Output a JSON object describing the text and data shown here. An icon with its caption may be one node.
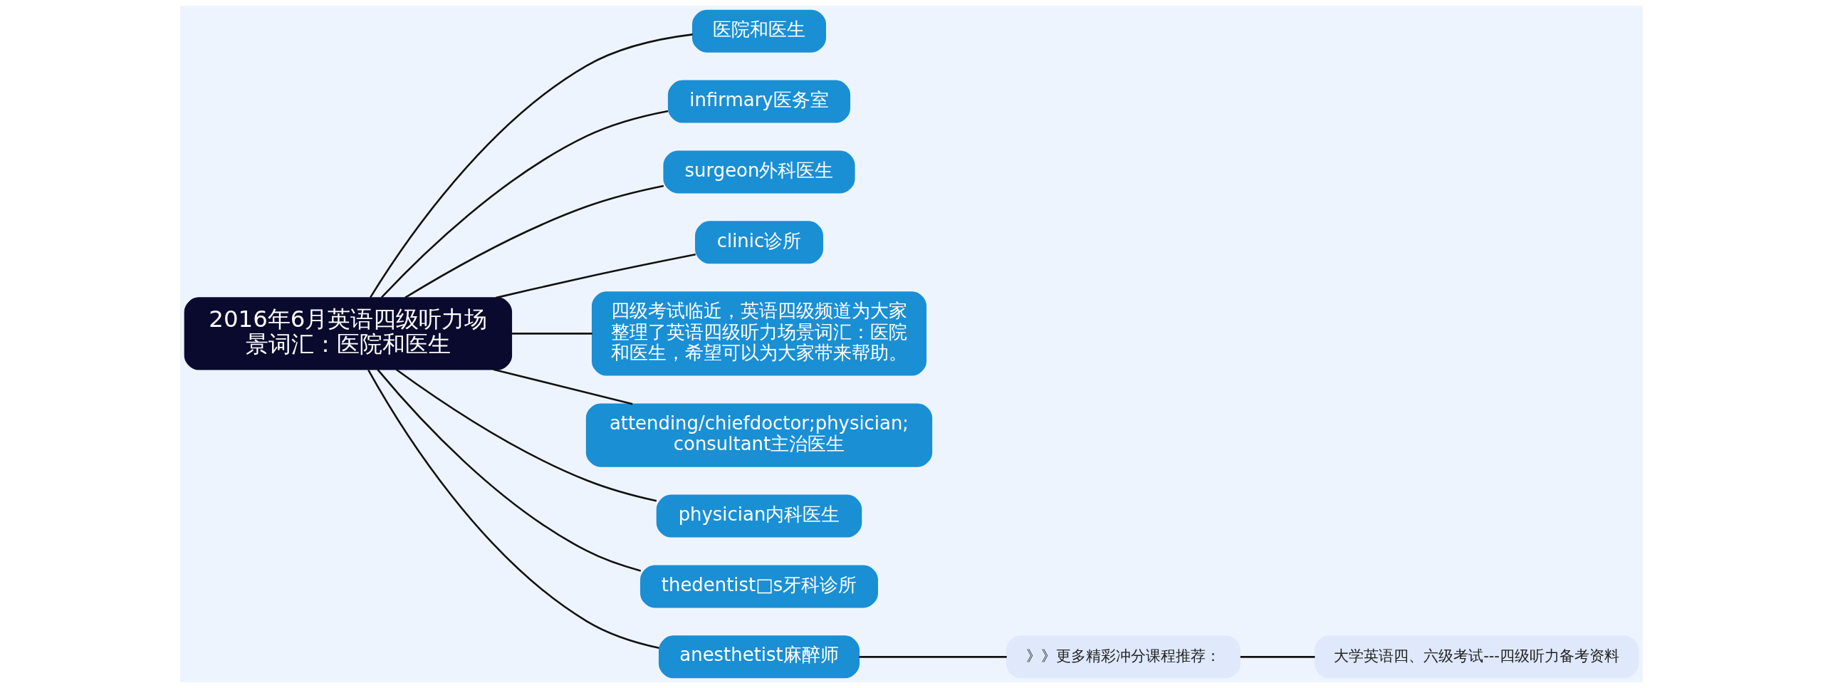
{
  "diagram": {
    "nodes": [
      {
        "text": [
          "2016年6月英语四级听力场景词汇：医院和医生"
        ]
      },
      {
        "text": [
          "医院和医生"
        ]
      },
      {
        "text": [
          "infirmary医务室"
        ]
      },
      {
        "text": [
          "surgeon外科医生"
        ]
      },
      {
        "text": [
          "clinic诊所"
        ]
      },
      {
        "text": [
          "四级考试临近，英语四级频道为大家整理了英语四级听力场景词汇：医院和医生，希望可以为大家带来帮助。"
        ]
      },
      {
        "text": [
          "attending/chiefdoctor;physician; consultant主治医生"
        ]
      },
      {
        "text": [
          "physician内科医生"
        ]
      },
      {
        "text": [
          "thedentist□s牙科诊所"
        ]
      },
      {
        "text": [
          "anesthetist麻醉师"
        ]
      },
      {
        "text": [
          "》》更多精彩冲分课程推荐："
        ]
      },
      {
        "text": [
          "大学英语四、六级考试---四级听力备考资料"
        ]
      }
    ],
    "edges": [
      {
        "from": 0,
        "to": 1,
        "arrow": "none"
      },
      {
        "from": 0,
        "to": 2,
        "arrow": "none"
      },
      {
        "from": 0,
        "to": 3,
        "arrow": "none"
      },
      {
        "from": 0,
        "to": 4,
        "arrow": "none"
      },
      {
        "from": 0,
        "to": 5,
        "arrow": "none"
      },
      {
        "from": 0,
        "to": 6,
        "arrow": "none"
      },
      {
        "from": 0,
        "to": 7,
        "arrow": "none"
      },
      {
        "from": 0,
        "to": 8,
        "arrow": "none"
      },
      {
        "from": 0,
        "to": 9,
        "arrow": "none"
      },
      {
        "from": 9,
        "to": 10,
        "arrow": "none"
      },
      {
        "from": 10,
        "to": 11,
        "arrow": "none"
      }
    ]
  }
}
